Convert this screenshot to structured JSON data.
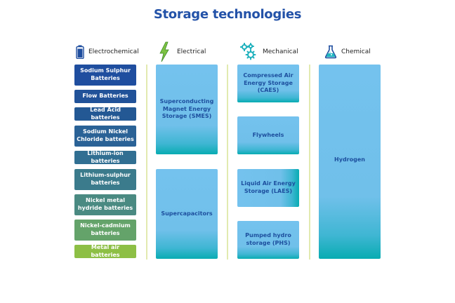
{
  "title": "Storage technologies",
  "categories": [
    {
      "label": "Electrochemical",
      "icon": "battery-icon"
    },
    {
      "label": "Electrical",
      "icon": "lightning-bolt-icon"
    },
    {
      "label": "Mechanical",
      "icon": "gears-icon"
    },
    {
      "label": "Chemical",
      "icon": "flask-icon"
    }
  ],
  "electrochemical": [
    {
      "label": "Sodium Sulphur Batteries",
      "color": "#1f4e9f"
    },
    {
      "label": "Flow Batteries",
      "color": "#215299"
    },
    {
      "label": "Lead Acid batteries",
      "color": "#235894"
    },
    {
      "label": "Sodium Nickel Chloride batteries",
      "color": "#2a6296"
    },
    {
      "label": "Lithium-ion batteries",
      "color": "#316f92"
    },
    {
      "label": "Lithium-sulphur batteries",
      "color": "#3b7b8c"
    },
    {
      "label": "Nickel metal hydride batteries",
      "color": "#4a8a82"
    },
    {
      "label": "Nickel-cadmium batteries",
      "color": "#64a36a"
    },
    {
      "label": "Metal air batteries",
      "color": "#8dbf45"
    }
  ],
  "electrical": [
    {
      "label": "Superconducting Magnet Energy Storage (SMES)"
    },
    {
      "label": "Supercapacitors"
    }
  ],
  "mechanical": [
    {
      "label": "Compressed Air Energy Storage (CAES)"
    },
    {
      "label": "Flywheels"
    },
    {
      "label": "Liquid Air Energy Storage (LAES)"
    },
    {
      "label": "Pumped hydro storage (PHS)"
    }
  ],
  "chemical": [
    {
      "label": "Hydrogen"
    }
  ],
  "colors": {
    "title": "#2352a8",
    "tile_text": "#1d4f9e",
    "tile_light": "#74c2ee",
    "tile_teal": "#08acb2",
    "divider": "#e2eab0",
    "accent_green": "#7cc242"
  }
}
